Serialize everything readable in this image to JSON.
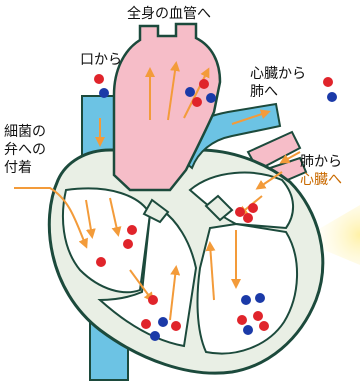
{
  "labels": {
    "whole_body": "全身の血管へ",
    "from_mouth": "口から",
    "heart_to_lungs_1": "心臓から",
    "heart_to_lungs_2": "肺へ",
    "bacteria_1": "細菌の",
    "bacteria_2": "弁への",
    "bacteria_3": "付着",
    "lungs_to_heart_1": "肺から",
    "lungs_to_heart_2": "心臓へ"
  },
  "colors": {
    "outline": "#1c4a3c",
    "chamber": "#e9efe5",
    "aorta": "#f6bdc8",
    "pulmonary": "#6cc3e4",
    "arrow": "#f39b3a",
    "red_cell": "#e0242b",
    "blue_cell": "#1b3aa8",
    "glow": "#fff1a6"
  }
}
